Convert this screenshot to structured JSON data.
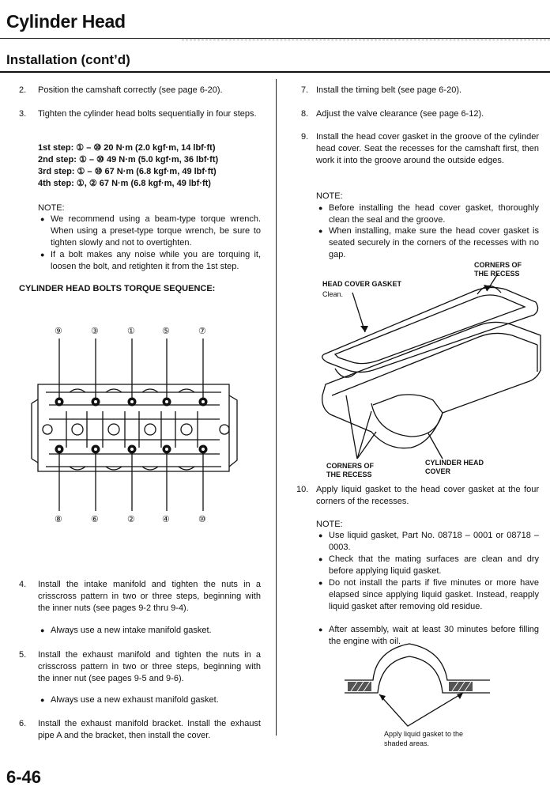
{
  "header": {
    "title": "Cylinder Head",
    "subtitle": "Installation (cont’d)"
  },
  "left": {
    "step2": {
      "num": "2.",
      "text": "Position the camshaft correctly (see page 6-20)."
    },
    "step3": {
      "num": "3.",
      "text": "Tighten the cylinder head bolts sequentially in four steps."
    },
    "torque_steps": [
      "1st step: ① – ⑩ 20 N·m (2.0 kgf·m, 14 lbf·ft)",
      "2nd step: ① – ⑩ 49 N·m (5.0 kgf·m, 36 lbf·ft)",
      "3rd step: ① – ⑩ 67 N·m (6.8 kgf·m, 49 lbf·ft)",
      "4th step: ①, ② 67 N·m (6.8 kgf·m, 49 lbf·ft)"
    ],
    "note_label": "NOTE:",
    "notes": [
      "We recommend using a beam-type torque wrench. When using a preset-type torque wrench, be sure to tighten slowly and not to overtighten.",
      "If a bolt makes any noise while you are torquing it, loosen the bolt, and retighten it from the 1st step."
    ],
    "diagram_title": "CYLINDER HEAD BOLTS TORQUE SEQUENCE:",
    "bolt_top": [
      "⑨",
      "③",
      "①",
      "⑤",
      "⑦"
    ],
    "bolt_bottom": [
      "⑧",
      "⑥",
      "②",
      "④",
      "⑩"
    ],
    "step4": {
      "num": "4.",
      "text": "Install the intake manifold and tighten the nuts in a crisscross pattern in two or three steps, beginning with the inner nuts (see pages 9-2 thru 9-4)."
    },
    "step4_note": "Always use a new intake manifold gasket.",
    "step5": {
      "num": "5.",
      "text": "Install the exhaust manifold and tighten the nuts in a crisscross pattern in two or three steps, beginning with the inner nut (see pages 9-5 and 9-6)."
    },
    "step5_note": "Always use a new exhaust manifold gasket.",
    "step6": {
      "num": "6.",
      "text": "Install the exhaust manifold bracket. Install the exhaust pipe A and the bracket, then install the cover."
    }
  },
  "right": {
    "step7": {
      "num": "7.",
      "text": "Install the timing belt (see page 6-20)."
    },
    "step8": {
      "num": "8.",
      "text": "Adjust the valve clearance (see page 6-12)."
    },
    "step9": {
      "num": "9.",
      "text": "Install the head cover gasket in the groove of the cylinder head cover. Seat the recesses for the camshaft first, then work it into the groove around the outside edges."
    },
    "note_label": "NOTE:",
    "notes9": [
      "Before installing the head cover gasket, thoroughly clean the seal and the groove.",
      "When installing, make sure the head cover gasket is seated securely in the corners of the recesses with no gap."
    ],
    "labels": {
      "corners_recess_top": "CORNERS OF THE RECESS",
      "head_cover_gasket": "HEAD COVER GASKET",
      "clean": "Clean.",
      "corners_recess_bottom": "CORNERS OF THE RECESS",
      "cylinder_head_cover": "CYLINDER HEAD COVER"
    },
    "step10": {
      "num": "10.",
      "text": "Apply liquid gasket to the head cover gasket at the four corners of the recesses."
    },
    "note10_label": "NOTE:",
    "notes10": [
      "Use liquid gasket, Part No. 08718 – 0001 or 08718 – 0003.",
      "Check that the mating surfaces are clean and dry before applying liquid gasket.",
      "Do not install the parts if five minutes or more have elapsed since applying liquid gasket. Instead, reapply liquid gasket after removing old residue.",
      "After assembly, wait at least 30 minutes before filling the engine with oil."
    ],
    "caption": "Apply liquid gasket to the shaded areas."
  },
  "footer": {
    "page": "6-46"
  }
}
